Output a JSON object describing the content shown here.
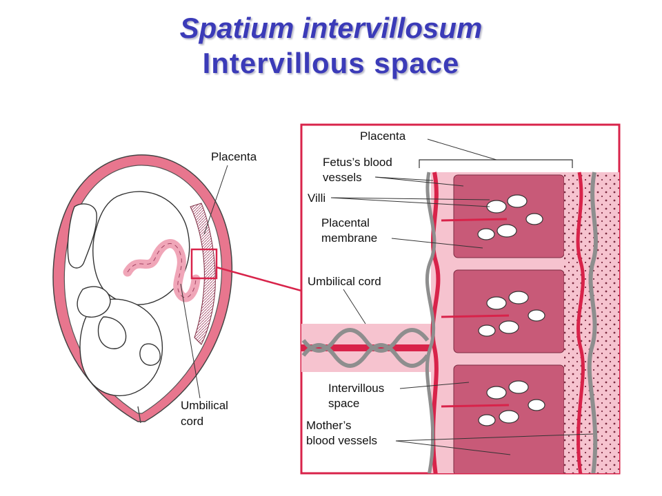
{
  "title": {
    "latin": "Spatium intervillosum",
    "english": "Intervillous space"
  },
  "left_figure": {
    "labels": {
      "placenta": "Placenta",
      "umbilical_cord_1": "Umbilical",
      "umbilical_cord_2": "cord"
    }
  },
  "inset": {
    "labels": {
      "placenta": "Placenta",
      "fetus_vessels_1": "Fetus’s blood",
      "fetus_vessels_2": "vessels",
      "villi": "Villi",
      "placental_membrane_1": "Placental",
      "placental_membrane_2": "membrane",
      "umbilical_cord": "Umbilical cord",
      "intervillous_1": "Intervillous",
      "intervillous_2": "space",
      "mother_vessels_1": "Mother’s",
      "mother_vessels_2": "blood vessels"
    }
  },
  "colors": {
    "title": "#3b3bb8",
    "uterus_wall": "#e8768e",
    "inset_border": "#d8234a",
    "tissue_light": "#f6c3cf",
    "tissue_dark": "#c85a78",
    "artery": "#d8234a",
    "vein": "#8e8e8e"
  }
}
